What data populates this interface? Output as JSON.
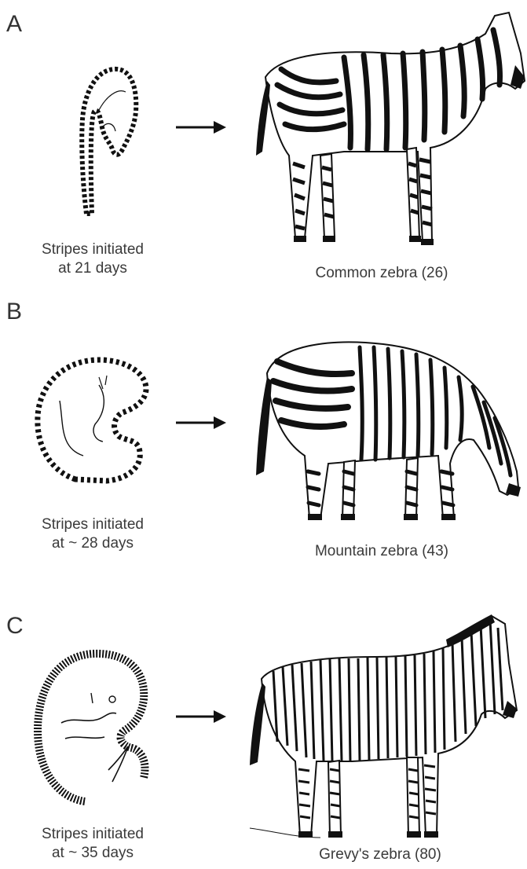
{
  "panels": [
    {
      "letter": "A",
      "embryo_caption": [
        "Stripes initiated",
        "at 21 days"
      ],
      "zebra_caption": "Common zebra (26)"
    },
    {
      "letter": "B",
      "embryo_caption": [
        "Stripes initiated",
        "at ~ 28 days"
      ],
      "zebra_caption": "Mountain zebra (43)"
    },
    {
      "letter": "C",
      "embryo_caption": [
        "Stripes initiated",
        "at ~ 35 days"
      ],
      "zebra_caption": "Grevy's zebra (80)"
    }
  ]
}
